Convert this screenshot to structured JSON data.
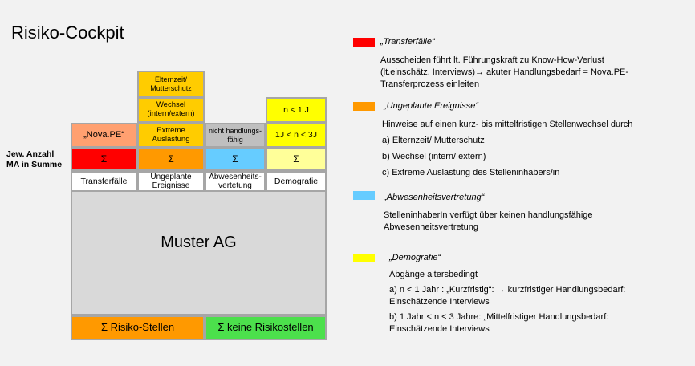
{
  "title": "Risiko-Cockpit",
  "side_label": "Jew. Anzahl\nMA in Summe",
  "colors": {
    "red": "#ff0000",
    "orange": "#ff9900",
    "light_orange": "#ffa070",
    "blue": "#66ccff",
    "yellow": "#ffff00",
    "light_yellow": "#ffff99",
    "grey": "#bfbfbf",
    "green": "#4ce04c"
  },
  "diagram": {
    "company": "Muster AG",
    "columns": [
      {
        "label": "Transferfälle",
        "sum": "Σ",
        "items": [
          "„Nova.PE“"
        ]
      },
      {
        "label": "Ungeplante\nEreignisse",
        "sum": "Σ",
        "items": [
          "Extreme\nAuslastung",
          "Wechsel\n(intern/extern)",
          "Elternzeit/\nMutterschutz"
        ]
      },
      {
        "label": "Abwesenheits-\nvertetung",
        "sum": "Σ",
        "items": [
          "nicht handlungs-\nfähig"
        ]
      },
      {
        "label": "Demografie",
        "sum": "Σ",
        "items": [
          "1J < n < 3J",
          "n < 1 J"
        ]
      }
    ],
    "bottom_left": "Σ Risiko-Stellen",
    "bottom_right": "Σ keine Risikostellen"
  },
  "legend": [
    {
      "title": "„Transferfälle“",
      "text": "Ausscheiden führt lt. Führungskraft zu Know-How-Verlust\n(lt.einschätz. Interviews)→ akuter Handlungsbedarf = Nova.PE-\nTransferprozess einleiten"
    },
    {
      "title": "„Ungeplante Ereignisse“",
      "text": "Hinweise auf einen kurz- bis mittelfristigen Stellenwechsel durch",
      "items": [
        "a)   Elternzeit/ Mutterschutz",
        "b)   Wechsel (intern/ extern)",
        "c)   Extreme Auslastung des Stelleninhabers/in"
      ]
    },
    {
      "title": "„Abwesenheitsvertretung“",
      "text": "StelleninhaberIn verfügt über keinen handlungsfähige\nAbwesenheitsvertretung"
    },
    {
      "title": "„Demografie“",
      "text": "Abgänge altersbedingt",
      "items": [
        "a) n < 1 Jahr : „Kurzfristig“:  → kurzfristiger Handlungsbedarf:\n    Einschätzende Interviews",
        "b) 1 Jahr < n < 3 Jahre: „Mittelfristiger Handlungsbedarf:\n    Einschätzende Interviews"
      ]
    }
  ]
}
